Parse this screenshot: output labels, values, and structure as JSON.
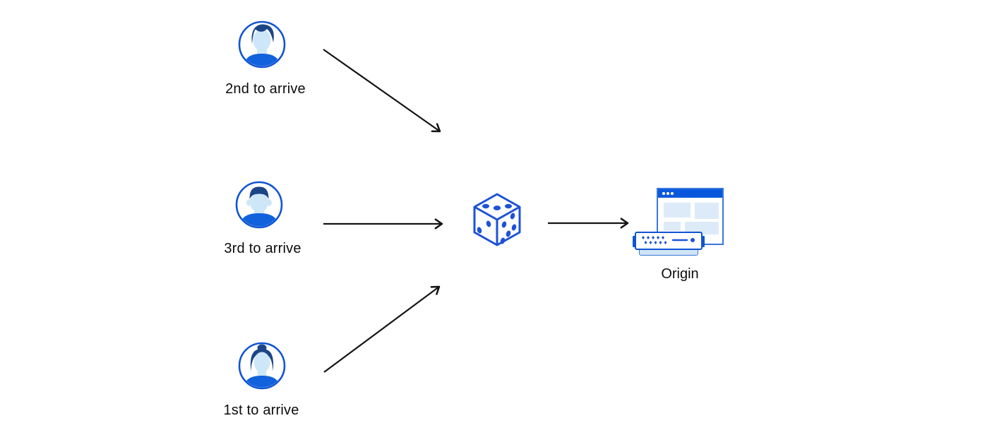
{
  "visitors": [
    {
      "label": "2nd to arrive",
      "avatar_icon": "man-wavy-hair-avatar-icon"
    },
    {
      "label": "3rd to arrive",
      "avatar_icon": "man-short-hair-avatar-icon"
    },
    {
      "label": "1st to arrive",
      "avatar_icon": "woman-bun-avatar-icon"
    }
  ],
  "randomizer": {
    "icon": "dice-icon"
  },
  "origin": {
    "label": "Origin",
    "icon": "origin-server-icon"
  },
  "colors": {
    "primary_blue": "#1155d4",
    "dice_blue": "#1d52d8",
    "hair_dark_blue": "#1c4587",
    "face_light_blue": "#cde7f8",
    "shirt_blue": "#1162dc",
    "titlebar_blue": "#0657dc",
    "panel_light_blue": "#ddebf8",
    "window_border_blue": "#3a77dc",
    "server_base_blue": "#cfe4f7",
    "arrow_color": "#141414",
    "text_color": "#0c0c0c",
    "background": "#ffffff"
  }
}
